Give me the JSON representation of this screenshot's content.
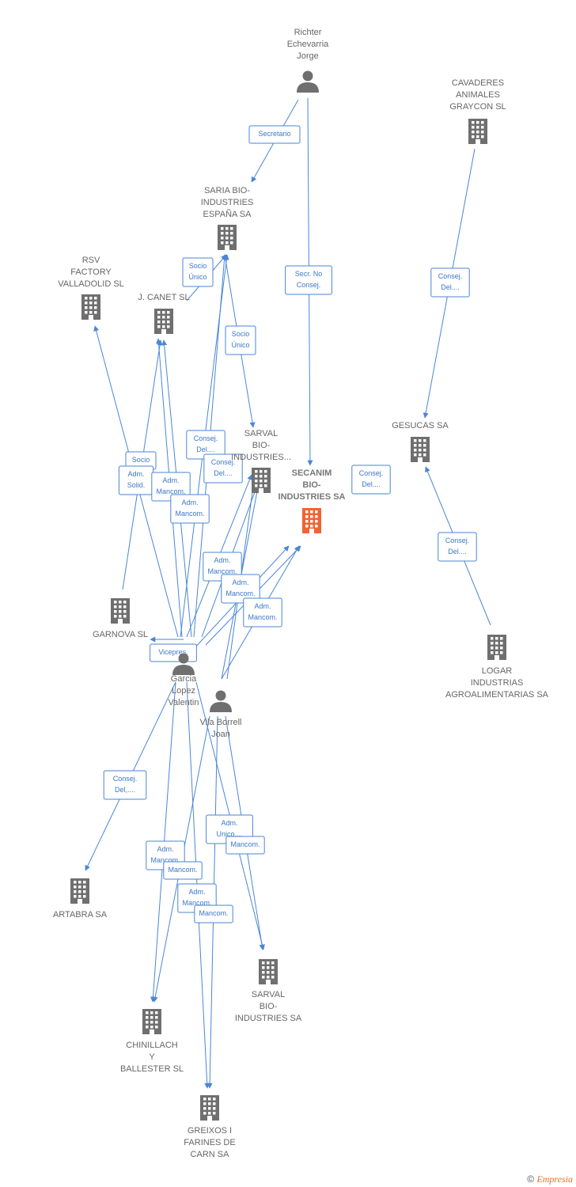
{
  "footer": {
    "copyright_symbol": "©",
    "brand": "Empresia"
  },
  "nodes": [
    {
      "id": "richter",
      "kind": "person",
      "lines": [
        "Richter",
        "Echevarria",
        "Jorge"
      ]
    },
    {
      "id": "cavaderes",
      "kind": "company",
      "lines": [
        "CAVADERES",
        "ANIMALES",
        "GRAYCON SL"
      ]
    },
    {
      "id": "saria",
      "kind": "company",
      "lines": [
        "SARIA BIO-",
        "INDUSTRIES",
        "ESPAÑA SA"
      ]
    },
    {
      "id": "rsv",
      "kind": "company",
      "lines": [
        "RSV",
        "FACTORY",
        "VALLADOLID SL"
      ]
    },
    {
      "id": "jcanet",
      "kind": "company",
      "lines": [
        "J.  CANET SL"
      ]
    },
    {
      "id": "sarval1",
      "kind": "company",
      "lines": [
        "SARVAL",
        "BIO-",
        "INDUSTRIES..."
      ]
    },
    {
      "id": "secanim",
      "kind": "company-main",
      "lines": [
        "SECANIM",
        "BIO-",
        "INDUSTRIES SA"
      ]
    },
    {
      "id": "gesucas",
      "kind": "company",
      "lines": [
        "GESUCAS SA"
      ]
    },
    {
      "id": "garnova",
      "kind": "company",
      "lines": [
        "GARNOVA SL"
      ]
    },
    {
      "id": "logar",
      "kind": "company",
      "lines": [
        "LOGAR",
        "INDUSTRIAS",
        "AGROALIMENTARIAS SA"
      ]
    },
    {
      "id": "garcia",
      "kind": "person",
      "lines": [
        "Garcia",
        "Lopez",
        "Valentin"
      ]
    },
    {
      "id": "vila",
      "kind": "person",
      "lines": [
        "Vila Borrell",
        "Joan"
      ]
    },
    {
      "id": "artabra",
      "kind": "company",
      "lines": [
        "ARTABRA SA"
      ]
    },
    {
      "id": "sarval2",
      "kind": "company",
      "lines": [
        "SARVAL",
        "BIO-",
        "INDUSTRIES SA"
      ]
    },
    {
      "id": "chinillach",
      "kind": "company",
      "lines": [
        "CHINILLACH",
        "Y",
        "BALLESTER SL"
      ]
    },
    {
      "id": "greixos",
      "kind": "company",
      "lines": [
        "GREIXOS I",
        "FARINES DE",
        "CARN SA"
      ]
    }
  ],
  "relations": [
    {
      "lines": [
        "Secretario"
      ]
    },
    {
      "lines": [
        "Secr.  No",
        "Consej."
      ]
    },
    {
      "lines": [
        "Consej.",
        "Del...."
      ]
    },
    {
      "lines": [
        "Socio",
        "Único"
      ]
    },
    {
      "lines": [
        "Socio",
        "Único"
      ]
    },
    {
      "lines": [
        "Consej.",
        "Del...."
      ]
    },
    {
      "lines": [
        "Consej.",
        "Del...."
      ]
    },
    {
      "lines": [
        "Socio"
      ]
    },
    {
      "lines": [
        "Adm.",
        "Solid."
      ]
    },
    {
      "lines": [
        "Adm.",
        "Mancom."
      ]
    },
    {
      "lines": [
        "Adm.",
        "Mancom."
      ]
    },
    {
      "lines": [
        "Consej.",
        "Del...."
      ]
    },
    {
      "lines": [
        "Consej.",
        "Del...."
      ]
    },
    {
      "lines": [
        "Adm.",
        "Mancom."
      ]
    },
    {
      "lines": [
        "Adm.",
        "Mancom."
      ]
    },
    {
      "lines": [
        "Adm.",
        "Mancom."
      ]
    },
    {
      "lines": [
        "Vicepres."
      ]
    },
    {
      "lines": [
        "Consej.",
        "Del,...."
      ]
    },
    {
      "lines": [
        "Adm.",
        "Unico,..."
      ]
    },
    {
      "lines": [
        "Mancom."
      ]
    },
    {
      "lines": [
        "Adm.",
        "Mancom."
      ]
    },
    {
      "lines": [
        "Mancom."
      ]
    },
    {
      "lines": [
        "Adm.",
        "Mancom."
      ]
    },
    {
      "lines": [
        "Mancom."
      ]
    }
  ]
}
